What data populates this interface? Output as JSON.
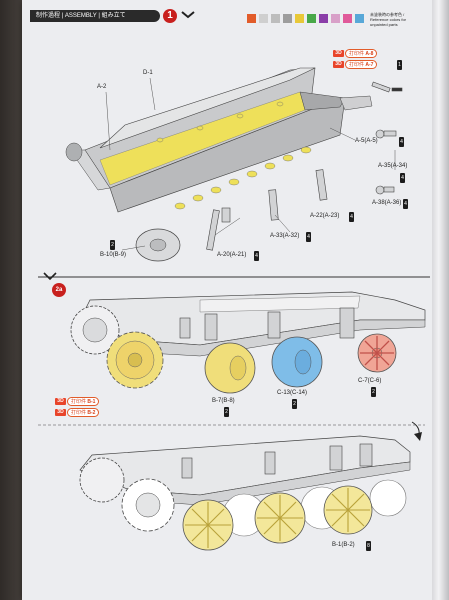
{
  "header": {
    "label": "制作過程 | ASSEMBLY | 組み立て",
    "step_main": "1",
    "step_sub": "2a"
  },
  "legend": {
    "swatches": [
      "#e25c2a",
      "#cfcfcf",
      "#bdbdbd",
      "#9d9d9d",
      "#e8c838",
      "#48a848",
      "#8a3da8",
      "#d8a0c8",
      "#e05a9a",
      "#58a8d8"
    ],
    "note": "未塗装時の参考色 / Reference colors for unpainted parts"
  },
  "print_notes": {
    "top": [
      {
        "badge": "3D",
        "text": "打印件",
        "part": "A-8"
      },
      {
        "badge": "3D",
        "text": "打印件",
        "part": "A-7"
      }
    ],
    "mid": [
      {
        "badge": "3D",
        "text": "打印件",
        "part": "B-1"
      },
      {
        "badge": "3D",
        "text": "打印件",
        "part": "B-2"
      }
    ],
    "qty_top": "1"
  },
  "labels": {
    "a2": "A-2",
    "d1": "D-1",
    "a5": "A-5(A-5)",
    "a35": "A-35(A-34)",
    "a38": "A-38(A-36)",
    "a22": "A-22(A-23)",
    "a33": "A-33(A-32)",
    "a20": "A-20(A-21)",
    "b10": "B-10(B-9)",
    "b7": "B-7(B-8)",
    "c13": "C-13(C-14)",
    "c7": "C-7(C-6)",
    "b1": "B-1(B-2)"
  },
  "qty": {
    "a5": "4",
    "a35": "4",
    "a38": "4",
    "a22": "4",
    "a33": "4",
    "a20": "4",
    "b10": "2",
    "b7": "2",
    "c13": "2",
    "c7": "2",
    "b1": "8"
  },
  "colors": {
    "hull": "#bfc0c2",
    "hull_dark": "#8d8f92",
    "highlight_yellow": "#eee05a",
    "wheel_yellow": "#f0de7a",
    "wheel_blue": "#7fbde8",
    "wheel_pink": "#f0a596",
    "line": "#444"
  }
}
